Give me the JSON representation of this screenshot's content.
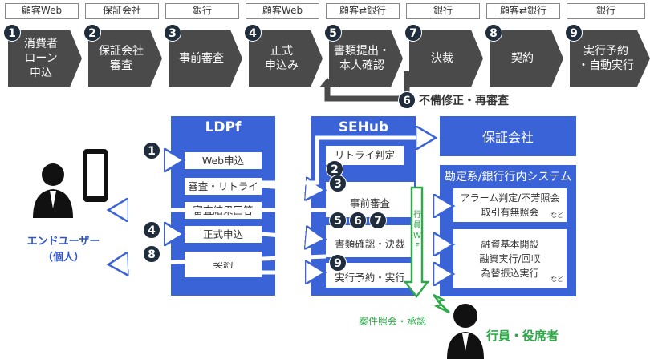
{
  "actors": [
    "顧客Web",
    "保証会社",
    "銀行",
    "顧客Web",
    "顧客⇄銀行",
    "銀行",
    "顧客⇄銀行",
    "銀行"
  ],
  "steps": [
    {
      "num": "1",
      "label": "消費者\nローン\n申込"
    },
    {
      "num": "2",
      "label": "保証会社\n審査"
    },
    {
      "num": "3",
      "label": "事前審査"
    },
    {
      "num": "4",
      "label": "正式\n申込み"
    },
    {
      "num": "5",
      "label": "書類提出・\n本人確認"
    },
    {
      "num": "7",
      "label": "決裁"
    },
    {
      "num": "8",
      "label": "契約"
    },
    {
      "num": "9",
      "label": "実行予約\n・自動実行"
    }
  ],
  "loop": {
    "num": "6",
    "label": "不備修正・再審査"
  },
  "end_user": {
    "label": "エンドユーザー\n（個人）"
  },
  "ldpf": {
    "title": "LDPf",
    "items": [
      "Web申込",
      "審査・リトライ",
      "審査結果回答",
      "正式申込",
      "契約"
    ]
  },
  "sehub": {
    "title": "SEHub",
    "items": [
      "リトライ判定",
      "事前審査",
      "書類確認・決裁",
      "実行予約・実行"
    ],
    "wf": "行\n員\nW\nF"
  },
  "guarantor": {
    "title": "保証会社"
  },
  "core": {
    "title": "勘定系/銀行行内システム",
    "box1": "アラーム判定/不芳照会\n取引有無照会",
    "box2": "融資基本開設\n融資実行/回収\n為替振込実行",
    "etc": "など"
  },
  "flow_nums": {
    "n1": "1",
    "n2": "2",
    "n3": "3",
    "n4": "4",
    "n5": "5",
    "n6": "6",
    "n7": "7",
    "n8": "8",
    "n9": "9"
  },
  "approval": "案件照会・承認",
  "staff": "行員・役席者",
  "colors": {
    "blue": "#3b63d8",
    "dark": "#4a4a4a",
    "green": "#2eaa4a",
    "navy": "#1f2d3d"
  }
}
